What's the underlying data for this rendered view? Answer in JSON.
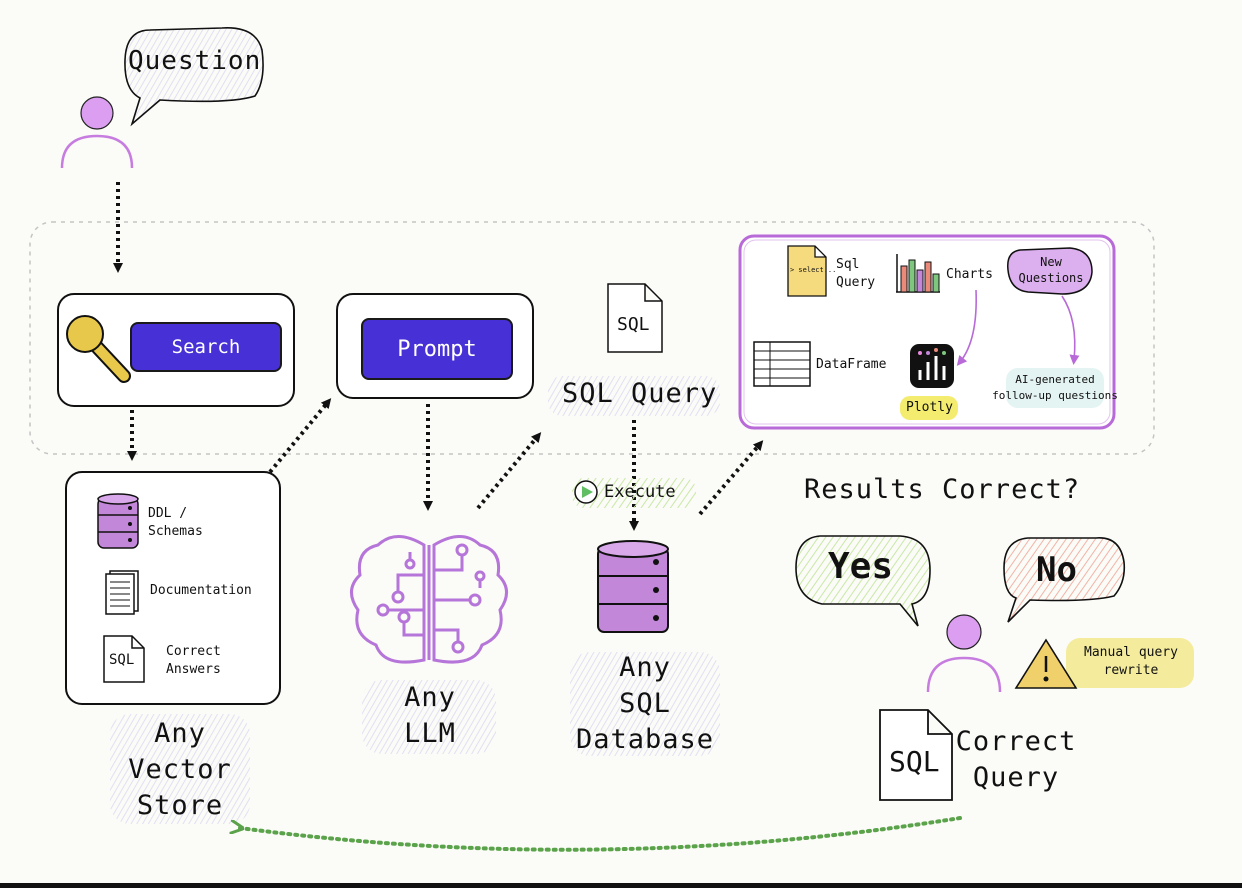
{
  "user_input": {
    "question_label": "Question"
  },
  "search_box": {
    "search_label": "Search"
  },
  "prompt_box": {
    "prompt_label": "Prompt"
  },
  "vector_store": {
    "items": [
      "DDL /",
      "Schemas",
      "Documentation",
      "Correct",
      "Answers"
    ],
    "sql_icon_label": "SQL",
    "caption": [
      "Any",
      "Vector",
      "Store"
    ]
  },
  "llm": {
    "caption": [
      "Any",
      "LLM"
    ]
  },
  "sql_query": {
    "icon_label": "SQL",
    "caption": "SQL Query"
  },
  "database": {
    "execute_label": "Execute",
    "caption": [
      "Any",
      "SQL",
      "Database"
    ]
  },
  "output_panel": {
    "sql_doc_label": "> select...",
    "sql_query_label": [
      "Sql",
      "Query"
    ],
    "charts_label": "Charts",
    "new_questions_label": [
      "New",
      "Questions"
    ],
    "dataframe_label": "DataFrame",
    "plotly_label": "Plotly",
    "ai_questions_label": [
      "AI-generated",
      "follow-up questions"
    ]
  },
  "feedback": {
    "question": "Results Correct?",
    "yes_label": "Yes",
    "no_label": "No",
    "manual_rewrite_label": [
      "Manual query",
      "rewrite"
    ],
    "sql_icon_label": "SQL",
    "correct_query_label": [
      "Correct",
      "Query"
    ]
  },
  "colors": {
    "accent": "#4731d6",
    "person": "#dc9ef0",
    "panel_border": "#b86ad8",
    "dashed_border": "#c4c4c4",
    "feedback_arrow": "#5aa34a"
  }
}
